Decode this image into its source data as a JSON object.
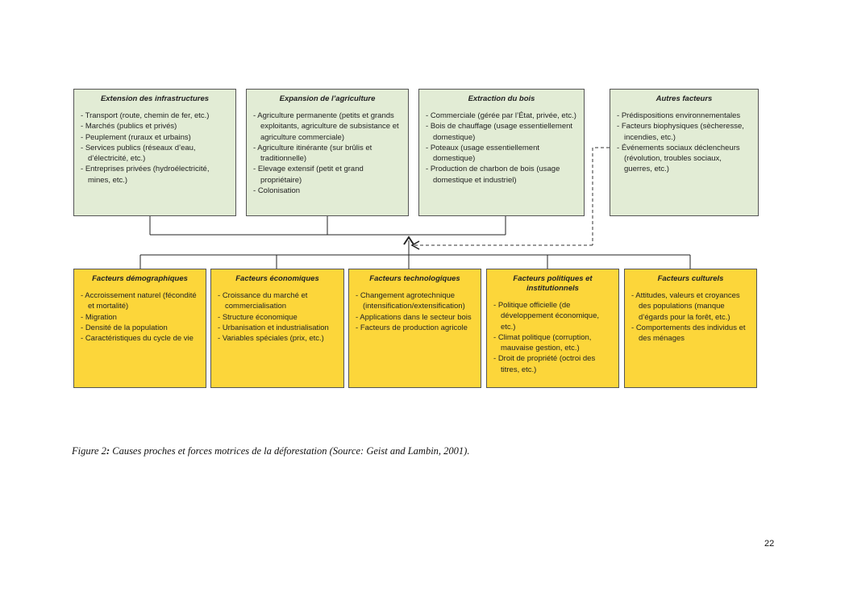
{
  "diagram": {
    "top_boxes": [
      {
        "title": "Extension des infrastructures",
        "items": [
          "Transport (route, chemin de fer, etc.)",
          "Marchés (publics et privés)",
          "Peuplement (ruraux et urbains)",
          "Services publics (réseaux d’eau, d’électricité, etc.)",
          "Entreprises privées (hydroélectricité, mines, etc.)"
        ]
      },
      {
        "title": "Expansion de l’agriculture",
        "items": [
          "Agriculture permanente (petits et grands exploitants, agriculture de subsistance et agriculture commerciale)",
          "Agriculture itinérante (sur brûlis et traditionnelle)",
          "Elevage extensif (petit et grand propriétaire)",
          "Colonisation"
        ]
      },
      {
        "title": "Extraction du bois",
        "items": [
          "Commerciale (gérée par l’État, privée, etc.)",
          "Bois de chauffage (usage essentiellement domestique)",
          "Poteaux (usage essentiellement domestique)",
          "Production de charbon de bois (usage domestique et industriel)"
        ]
      },
      {
        "title": "Autres facteurs",
        "items": [
          "Prédispositions environnementales",
          "Facteurs biophysiques (sècheresse, incendies, etc.)",
          "Événements sociaux déclencheurs (révolution, troubles sociaux, guerres, etc.)"
        ]
      }
    ],
    "bottom_boxes": [
      {
        "title": "Facteurs démographiques",
        "items": [
          "Accroissement naturel (fécondité et mortalité)",
          "Migration",
          "Densité de la population",
          "Caractéristiques du cycle de vie"
        ]
      },
      {
        "title": "Facteurs économiques",
        "items": [
          "Croissance du marché et commercialisation",
          "Structure économique",
          "Urbanisation et industrialisation",
          "Variables spéciales (prix, etc.)"
        ]
      },
      {
        "title": "Facteurs technologiques",
        "items": [
          "Changement agrotechnique (intensification/extensification)",
          "Applications dans le secteur bois",
          "Facteurs de production agricole"
        ]
      },
      {
        "title": "Facteurs politiques et institutionnels",
        "items": [
          "Politique officielle (de développement économique, etc.)",
          "Climat politique (corruption, mauvaise gestion, etc.)",
          "Droit de propriété (octroi des titres, etc.)"
        ]
      },
      {
        "title": "Facteurs culturels",
        "items": [
          "Attitudes, valeurs et croyances des populations (manque d’égards pour la forêt, etc.)",
          "Comportements des individus et des ménages"
        ]
      }
    ],
    "colors": {
      "top_fill": "#e2ecd5",
      "bottom_fill": "#fcd63a",
      "border": "#555555",
      "connector": "#222222"
    }
  },
  "caption": {
    "prefix": "Figure 2",
    "suffix": ":",
    "text": " Causes proches et forces motrices de la déforestation (Source: Geist and Lambin, 2001)."
  },
  "page_number": "22"
}
